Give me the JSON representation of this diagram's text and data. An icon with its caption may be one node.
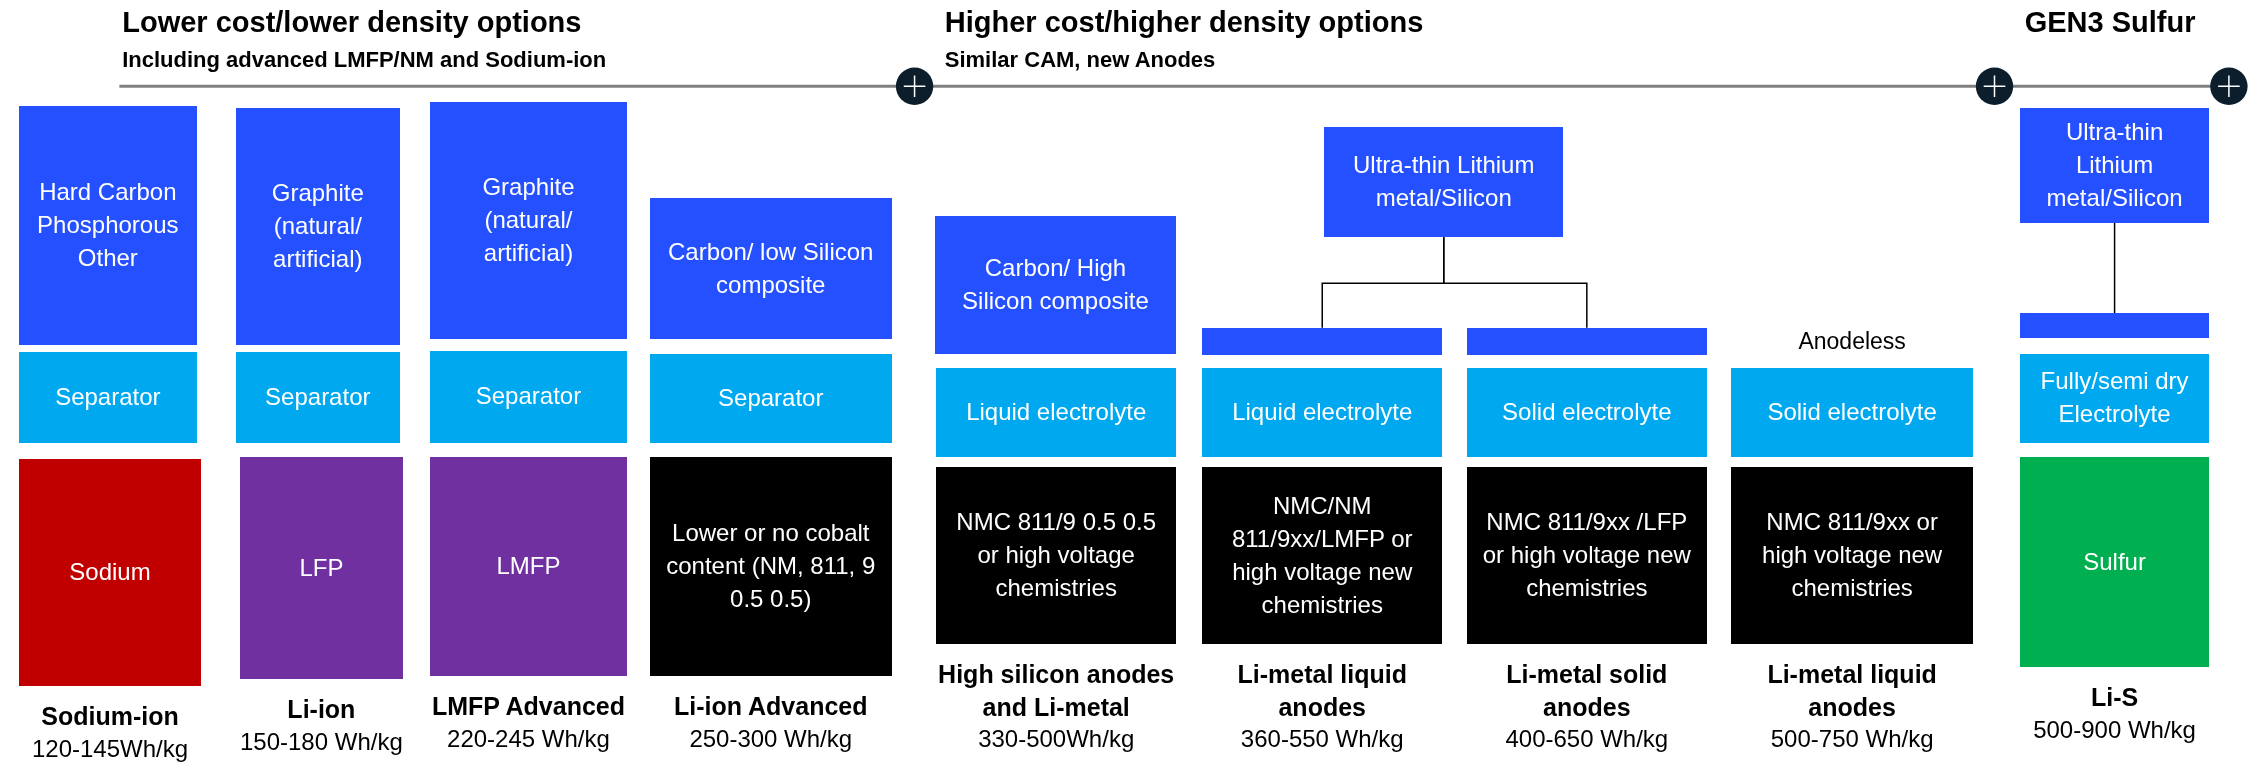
{
  "diagram": {
    "nodes": [
      {
        "text": [
          "Hard Carbon Phosphorous Other"
        ]
      },
      {
        "text": [
          "Separator"
        ]
      },
      {
        "text": [
          "Sodium"
        ],
        "beside": [
          "Sodium-ion",
          "120-145Wh/kg"
        ]
      },
      {
        "text": [
          "Graphite (natural/ artificial)"
        ]
      },
      {
        "text": [
          "Separator"
        ]
      },
      {
        "text": [
          "LFP"
        ],
        "beside": [
          "Li-ion",
          "150-180 Wh/kg"
        ]
      },
      {
        "text": [
          "Graphite (natural/ artificial)"
        ]
      },
      {
        "text": [
          "Separator"
        ]
      },
      {
        "text": [
          "LMFP"
        ],
        "beside": [
          "LMFP Advanced",
          "220-245 Wh/kg"
        ]
      },
      {
        "text": [
          "Carbon/ low Silicon composite"
        ]
      },
      {
        "text": [
          "Separator"
        ]
      },
      {
        "text": [
          "Lower or no cobalt content (NM, 811, 9 0.5 0.5)"
        ],
        "beside": [
          "Li-ion Advanced",
          "250-300 Wh/kg"
        ]
      },
      {
        "text": [
          "Carbon/ High Silicon composite"
        ]
      },
      {
        "text": [
          "Liquid electrolyte"
        ]
      },
      {
        "text": [
          "NMC 811/9 0.5 0.5 or high voltage chemistries"
        ],
        "beside": [
          "High silicon anodes and Li-metal",
          "330-500Wh/kg"
        ]
      },
      {
        "text": [
          "Ultra-thin Lithium metal/Silicon"
        ]
      },
      {
        "text": [],
        "shape": "bar"
      },
      {
        "text": [
          "Liquid electrolyte"
        ]
      },
      {
        "text": [
          "NMC/NM 811/9xx/LMFP or high voltage new chemistries"
        ],
        "beside": [
          "Li-metal liquid anodes",
          "360-550 Wh/kg"
        ]
      },
      {
        "text": [],
        "shape": "bar"
      },
      {
        "text": [
          "Solid electrolyte"
        ]
      },
      {
        "text": [
          "NMC 811/9xx /LFP or high voltage new chemistries"
        ],
        "beside": [
          "Li-metal solid anodes",
          "400-650 Wh/kg"
        ]
      },
      {
        "text": [
          "Solid electrolyte"
        ]
      },
      {
        "text": [
          "NMC 811/9xx or high voltage new chemistries"
        ],
        "beside": [
          "Li-metal liquid anodes",
          "500-750 Wh/kg"
        ]
      },
      {
        "text": [
          "Ultra-thin Lithium metal/Silicon"
        ]
      },
      {
        "text": [],
        "shape": "bar"
      },
      {
        "text": [
          "Fully/semi dry Electrolyte"
        ]
      },
      {
        "text": [
          "Sulfur"
        ],
        "beside": [
          "Li-S",
          "500-900 Wh/kg"
        ]
      }
    ],
    "edges": [
      {
        "from": 15,
        "to": 16,
        "arrow": "none"
      },
      {
        "from": 15,
        "to": 19,
        "arrow": "none"
      },
      {
        "from": 24,
        "to": 25,
        "arrow": "none"
      }
    ],
    "labels": [
      "Lower cost/lower density options",
      "Including advanced LMFP/NM and Sodium-ion",
      "Higher cost/higher density options",
      "Similar CAM, new Anodes",
      "GEN3 Sulfur",
      "Anodeless"
    ]
  }
}
